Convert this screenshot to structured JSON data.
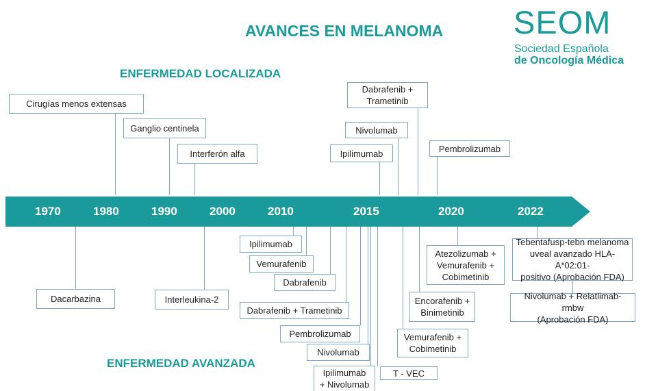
{
  "title": "AVANCES EN MELANOMA",
  "logo": {
    "name": "SEOM",
    "line1": "Sociedad Española",
    "line2": "de Oncología Médica"
  },
  "sections": {
    "localized": "ENFERMEDAD LOCALIZADA",
    "advanced": "ENFERMEDAD AVANZADA"
  },
  "timeline": {
    "years": [
      "1970",
      "1980",
      "1990",
      "2000",
      "2010",
      "2015",
      "2020",
      "2022"
    ],
    "color": "#1a9a9a"
  },
  "localized_events": {
    "cirugias": "Cirugías menos extensas",
    "ganglio": "Ganglio centinela",
    "interferon": "Interferón alfa",
    "dab_tram_1": "Dabrafenib +",
    "dab_tram_2": "Trametinib",
    "nivolumab": "Nivolumab",
    "ipilimumab": "Ipilimumab",
    "pembrolizumab": "Pembrolizumab"
  },
  "advanced_events": {
    "dacarbazina": "Dacarbazina",
    "interleukina": "Interleukina-2",
    "ipilimumab": "Ipilimumab",
    "vemurafenib": "Vemurafenib",
    "dabrafenib": "Dabrafenib",
    "dab_tram": "Dabrafenib + Trametinib",
    "pembrolizumab": "Pembrolizumab",
    "nivolumab": "Nivolumab",
    "ipi_nivo_1": "Ipilimumab",
    "ipi_nivo_2": "+ Nivolumab",
    "tvec": "T - VEC",
    "vem_cob_1": "Vemurafenib +",
    "vem_cob_2": "Cobimetinib",
    "enc_bin_1": "Encorafenib +",
    "enc_bin_2": "Binimetinib",
    "ate_1": "Atezolizumab +",
    "ate_2": "Vemurafenib +",
    "ate_3": "Cobimetinib",
    "teb_1": "Tebentafusp-tebn melanoma",
    "teb_2": "uveal avanzado HLA-A*02:01-",
    "teb_3": "positivo (Aprobación FDA)",
    "rel_1": "Nivolumab + Relatlimab-rmbw",
    "rel_2": "(Aprobación FDA)"
  }
}
